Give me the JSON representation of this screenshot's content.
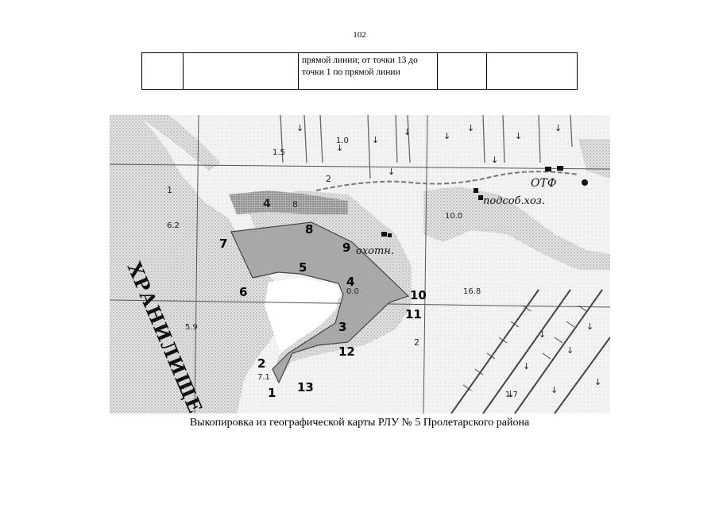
{
  "page": {
    "number": "102"
  },
  "table": {
    "rows": [
      [
        "",
        "",
        "прямой линии; от точки 13 до точки 1 по прямой линии",
        "",
        ""
      ]
    ]
  },
  "map": {
    "points": [
      "1",
      "2",
      "3",
      "4",
      "5",
      "6",
      "7",
      "8",
      "9",
      "10",
      "11",
      "12",
      "13"
    ],
    "reservoir_text": "ХРАНИЛИЩЕ",
    "place_labels": [
      "ОТФ",
      "подсоб.хоз.",
      "охотн."
    ],
    "elevations": [
      "6.2",
      "5.9",
      "7.1",
      "1.5",
      "1.0",
      "10.0",
      "16.8",
      "1.7",
      "0.0"
    ],
    "grid_numbers": [
      "2",
      "4",
      "8",
      "2",
      "1"
    ],
    "colors": {
      "parcel_fill": "#a8a8a8",
      "water": "#d6d6d6",
      "marsh": "#9a9a9a"
    }
  },
  "caption": "Выкопировка из географической карты РЛУ № 5 Пролетарского района"
}
